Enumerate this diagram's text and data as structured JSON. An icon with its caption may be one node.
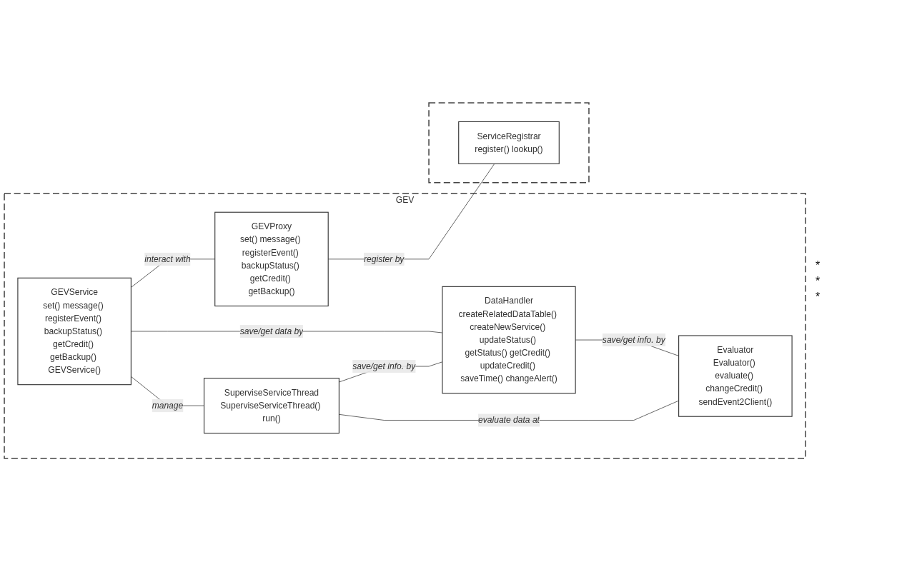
{
  "diagram": {
    "nodes": [
      {
        "text": [
          "GEV"
        ]
      },
      {
        "text": [
          "GEVService",
          "set() message() registerEvent() backupStatus() getCredit() getBackup() GEVService()"
        ],
        "in": 0
      },
      {
        "text": [
          "GEVProxy",
          "set() message() registerEvent() backupStatus() getCredit() getBackup()"
        ],
        "in": 0
      },
      {
        "text": [
          "SuperviseServiceThread",
          "SuperviseServiceThread() run()"
        ],
        "in": 0
      },
      {
        "text": [
          "DataHandler",
          "createRelatedDataTable() createNewService() updateStatus() getStatus() getCredit() updateCredit() saveTime() changeAlert()"
        ],
        "in": 0
      },
      {
        "text": [
          "Evaluator",
          "Evaluator() evaluate() changeCredit() sendEvent2Client()"
        ],
        "in": 0
      },
      {
        "text": [],
        "shape": "box"
      },
      {
        "text": [
          "ServiceRegistrar",
          "register() lookup()"
        ],
        "in": 6
      }
    ],
    "edges": [
      {
        "from": 1,
        "to": 2,
        "arrow": "none",
        "label": "interact with"
      },
      {
        "from": 2,
        "to": 7,
        "arrow": "none",
        "label": "register by"
      },
      {
        "from": 1,
        "to": 4,
        "arrow": "none",
        "label": "save/get data by"
      },
      {
        "from": 1,
        "to": 3,
        "arrow": "none",
        "label": "manage"
      },
      {
        "from": 3,
        "to": 4,
        "arrow": "none",
        "label": "save/get info. by"
      },
      {
        "from": 3,
        "to": 5,
        "arrow": "none",
        "label": "evaluate data at"
      },
      {
        "from": 4,
        "to": 5,
        "arrow": "none",
        "label": "save/get info. by"
      }
    ],
    "labels": [
      "*",
      "*",
      "*"
    ]
  }
}
